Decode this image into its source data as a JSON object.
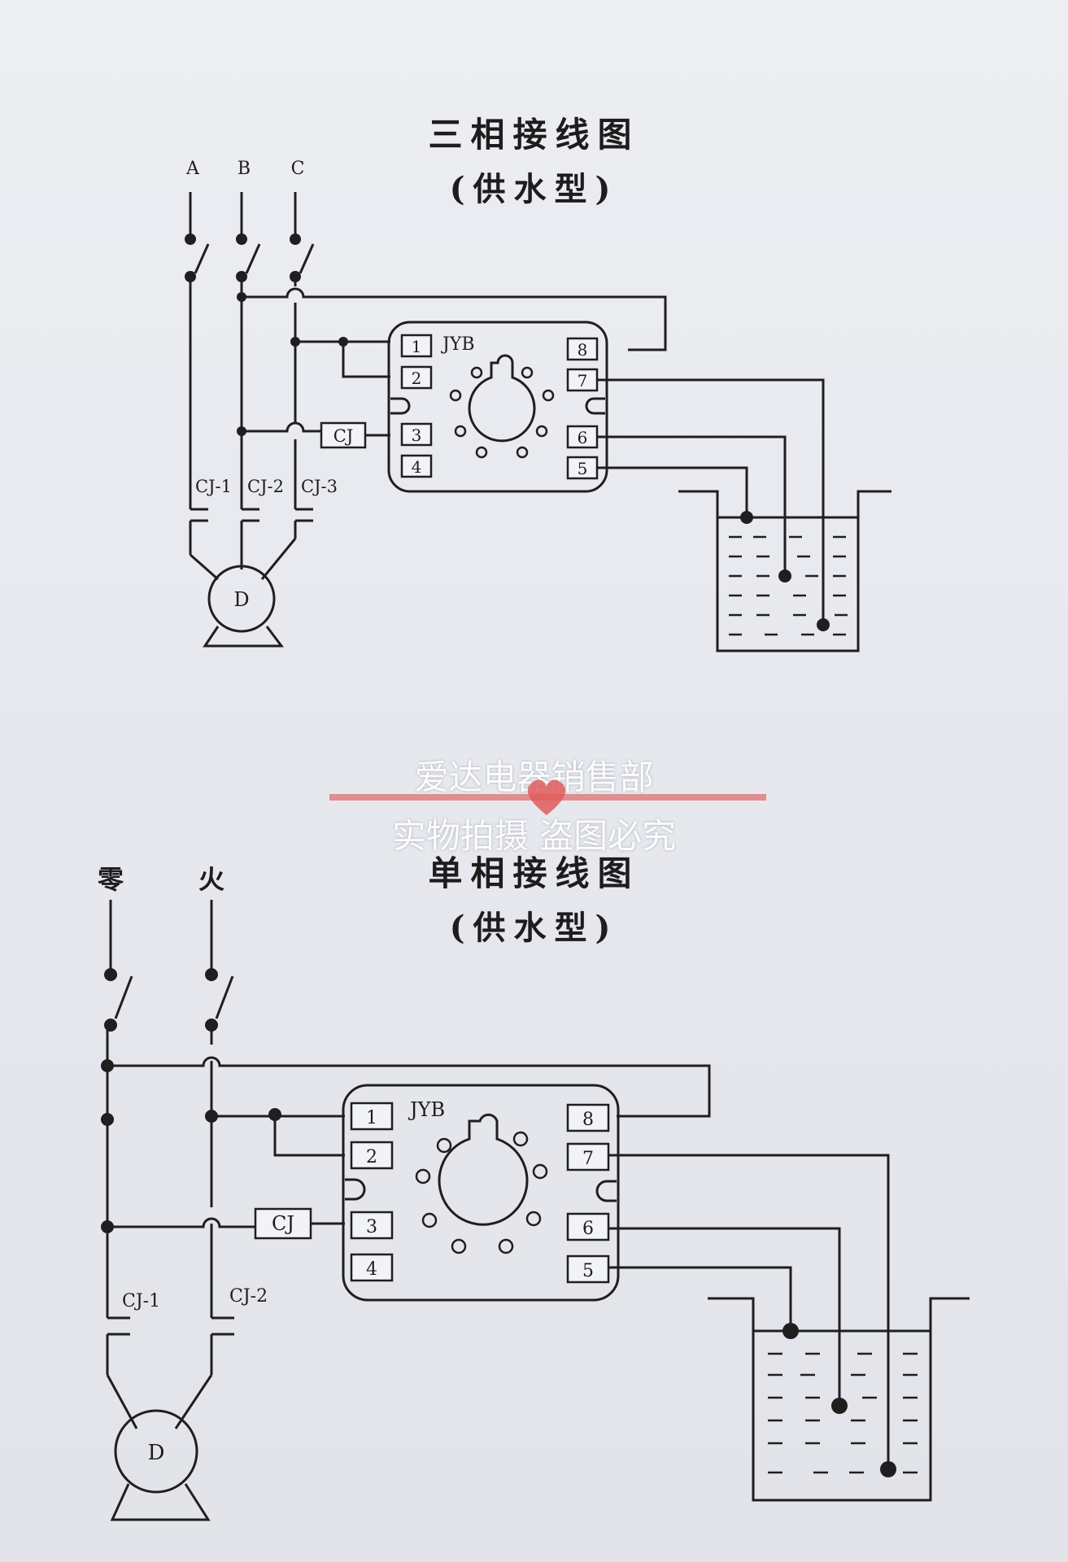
{
  "watermark": {
    "line1": "爱达电器销售部",
    "line2": "实物拍摄 盗图必究",
    "accent": "#e05a5a"
  },
  "three_phase": {
    "title": "三相接线图",
    "subtitle": "(供水型)",
    "phases": [
      "A",
      "B",
      "C"
    ],
    "relay": "JYB",
    "contactor": "CJ",
    "contacts": [
      "CJ-1",
      "CJ-2",
      "CJ-3"
    ],
    "motor": "D",
    "pins": [
      "1",
      "2",
      "3",
      "4",
      "5",
      "6",
      "7",
      "8"
    ]
  },
  "single_phase": {
    "title": "单相接线图",
    "subtitle": "(供水型)",
    "neutral": "零",
    "live": "火",
    "relay": "JYB",
    "contactor": "CJ",
    "contacts": [
      "CJ-1",
      "CJ-2"
    ],
    "motor": "D",
    "pins": [
      "1",
      "2",
      "3",
      "4",
      "5",
      "6",
      "7",
      "8"
    ]
  }
}
